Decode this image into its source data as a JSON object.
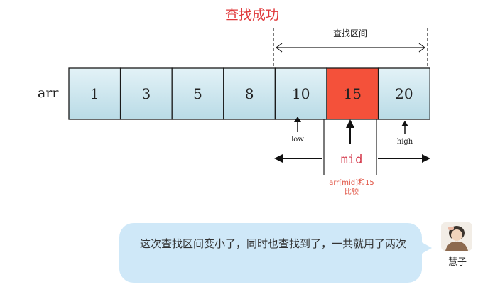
{
  "diagram": {
    "title": "查找成功",
    "range_label": "查找区间",
    "array_name": "arr",
    "cells": [
      "1",
      "3",
      "5",
      "8",
      "10",
      "15",
      "20"
    ],
    "highlight_index": 5,
    "pointers": {
      "low": "low",
      "mid": "mid",
      "high": "high"
    },
    "compare_note_line1": "arr[mid]和15",
    "compare_note_line2": "比较",
    "colors": {
      "cell_fill": "#d2eaf2",
      "highlight_fill": "#f4513a",
      "title": "#e0383a",
      "mid_label": "#d43a4c",
      "note": "#e05040",
      "bubble": "#cfe8f8"
    }
  },
  "comment": {
    "text": "这次查找区间变小了，同时也查找到了，一共就用了两次",
    "author": "慧子"
  }
}
